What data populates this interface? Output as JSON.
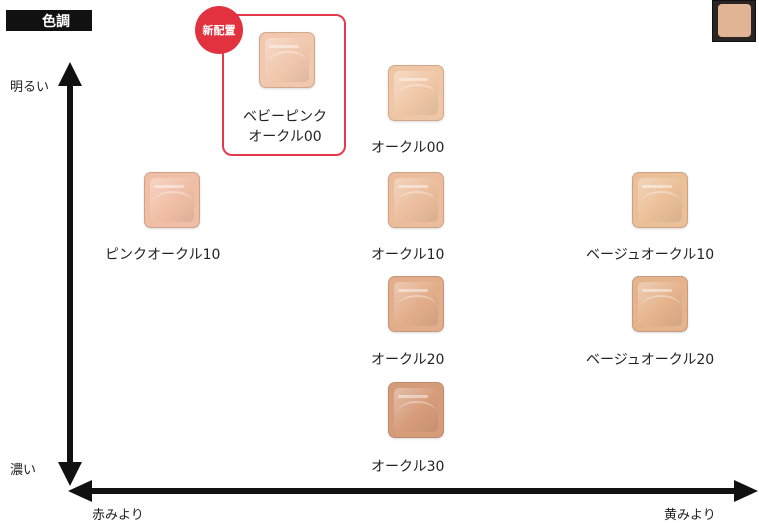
{
  "header": {
    "title": "色調"
  },
  "axes": {
    "y_top": "明るい",
    "y_bottom": "濃い",
    "x_left": "赤みより",
    "x_right": "黄みより"
  },
  "badge": {
    "new_label": "新配置"
  },
  "shades": [
    {
      "id": "baby-pink-ochre-00",
      "line1": "ベビーピンク",
      "line2": "オークル00",
      "color": "#f1c7ad"
    },
    {
      "id": "ochre-00",
      "line1": "オークル00",
      "color": "#f0c7a6"
    },
    {
      "id": "pink-ochre-10",
      "line1": "ピンクオークル10",
      "color": "#f0bea5"
    },
    {
      "id": "ochre-10",
      "line1": "オークル10",
      "color": "#ebbd9c"
    },
    {
      "id": "beige-ochre-10",
      "line1": "ベージュオークル10",
      "color": "#ebbf98"
    },
    {
      "id": "ochre-20",
      "line1": "オークル20",
      "color": "#e2ad8a"
    },
    {
      "id": "beige-ochre-20",
      "line1": "ベージュオークル20",
      "color": "#e5b38c"
    },
    {
      "id": "ochre-30",
      "line1": "オークル30",
      "color": "#d69c7a"
    }
  ],
  "colors": {
    "axis": "#111111",
    "highlight": "#e2323f"
  }
}
